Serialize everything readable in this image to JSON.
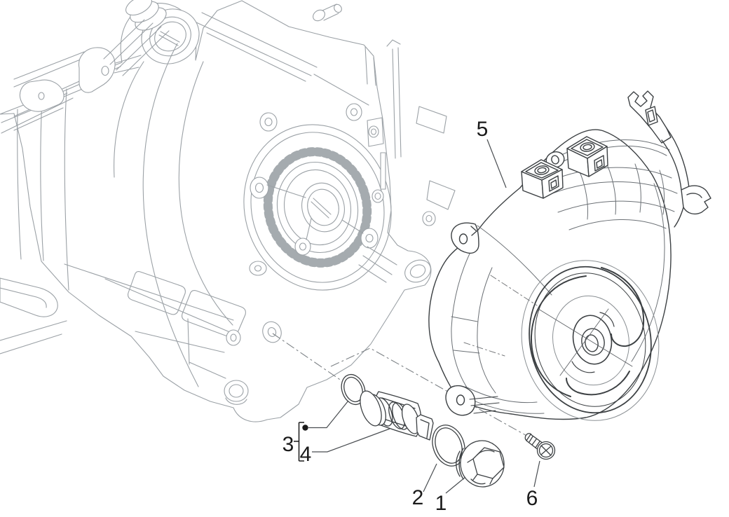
{
  "diagram": {
    "type": "exploded-parts-line-drawing",
    "callouts": [
      {
        "label": "1"
      },
      {
        "label": "2"
      },
      {
        "label": "3"
      },
      {
        "label": "4"
      },
      {
        "label": "5"
      },
      {
        "label": "6"
      }
    ],
    "bracket_group_labels": [
      "3",
      "4"
    ],
    "colors": {
      "background": "#ffffff",
      "case_line": "#9ba1a6",
      "case_line_light": "#a5abaf",
      "cover_line": "#3c4043",
      "cover_detail_line": "#6b7075",
      "axis_line": "#7d8286",
      "label_text": "#1a1a1a"
    }
  }
}
